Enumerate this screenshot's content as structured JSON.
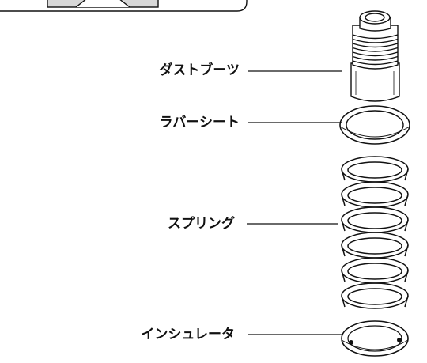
{
  "labels": {
    "dust_boot": "ダストブーツ",
    "rubber_seat": "ラバーシート",
    "spring": "スプリング",
    "insulator": "インシュレータ"
  },
  "colors": {
    "ink": "#111111",
    "part_fill": "#ffffff",
    "leader_line": "#111111"
  }
}
